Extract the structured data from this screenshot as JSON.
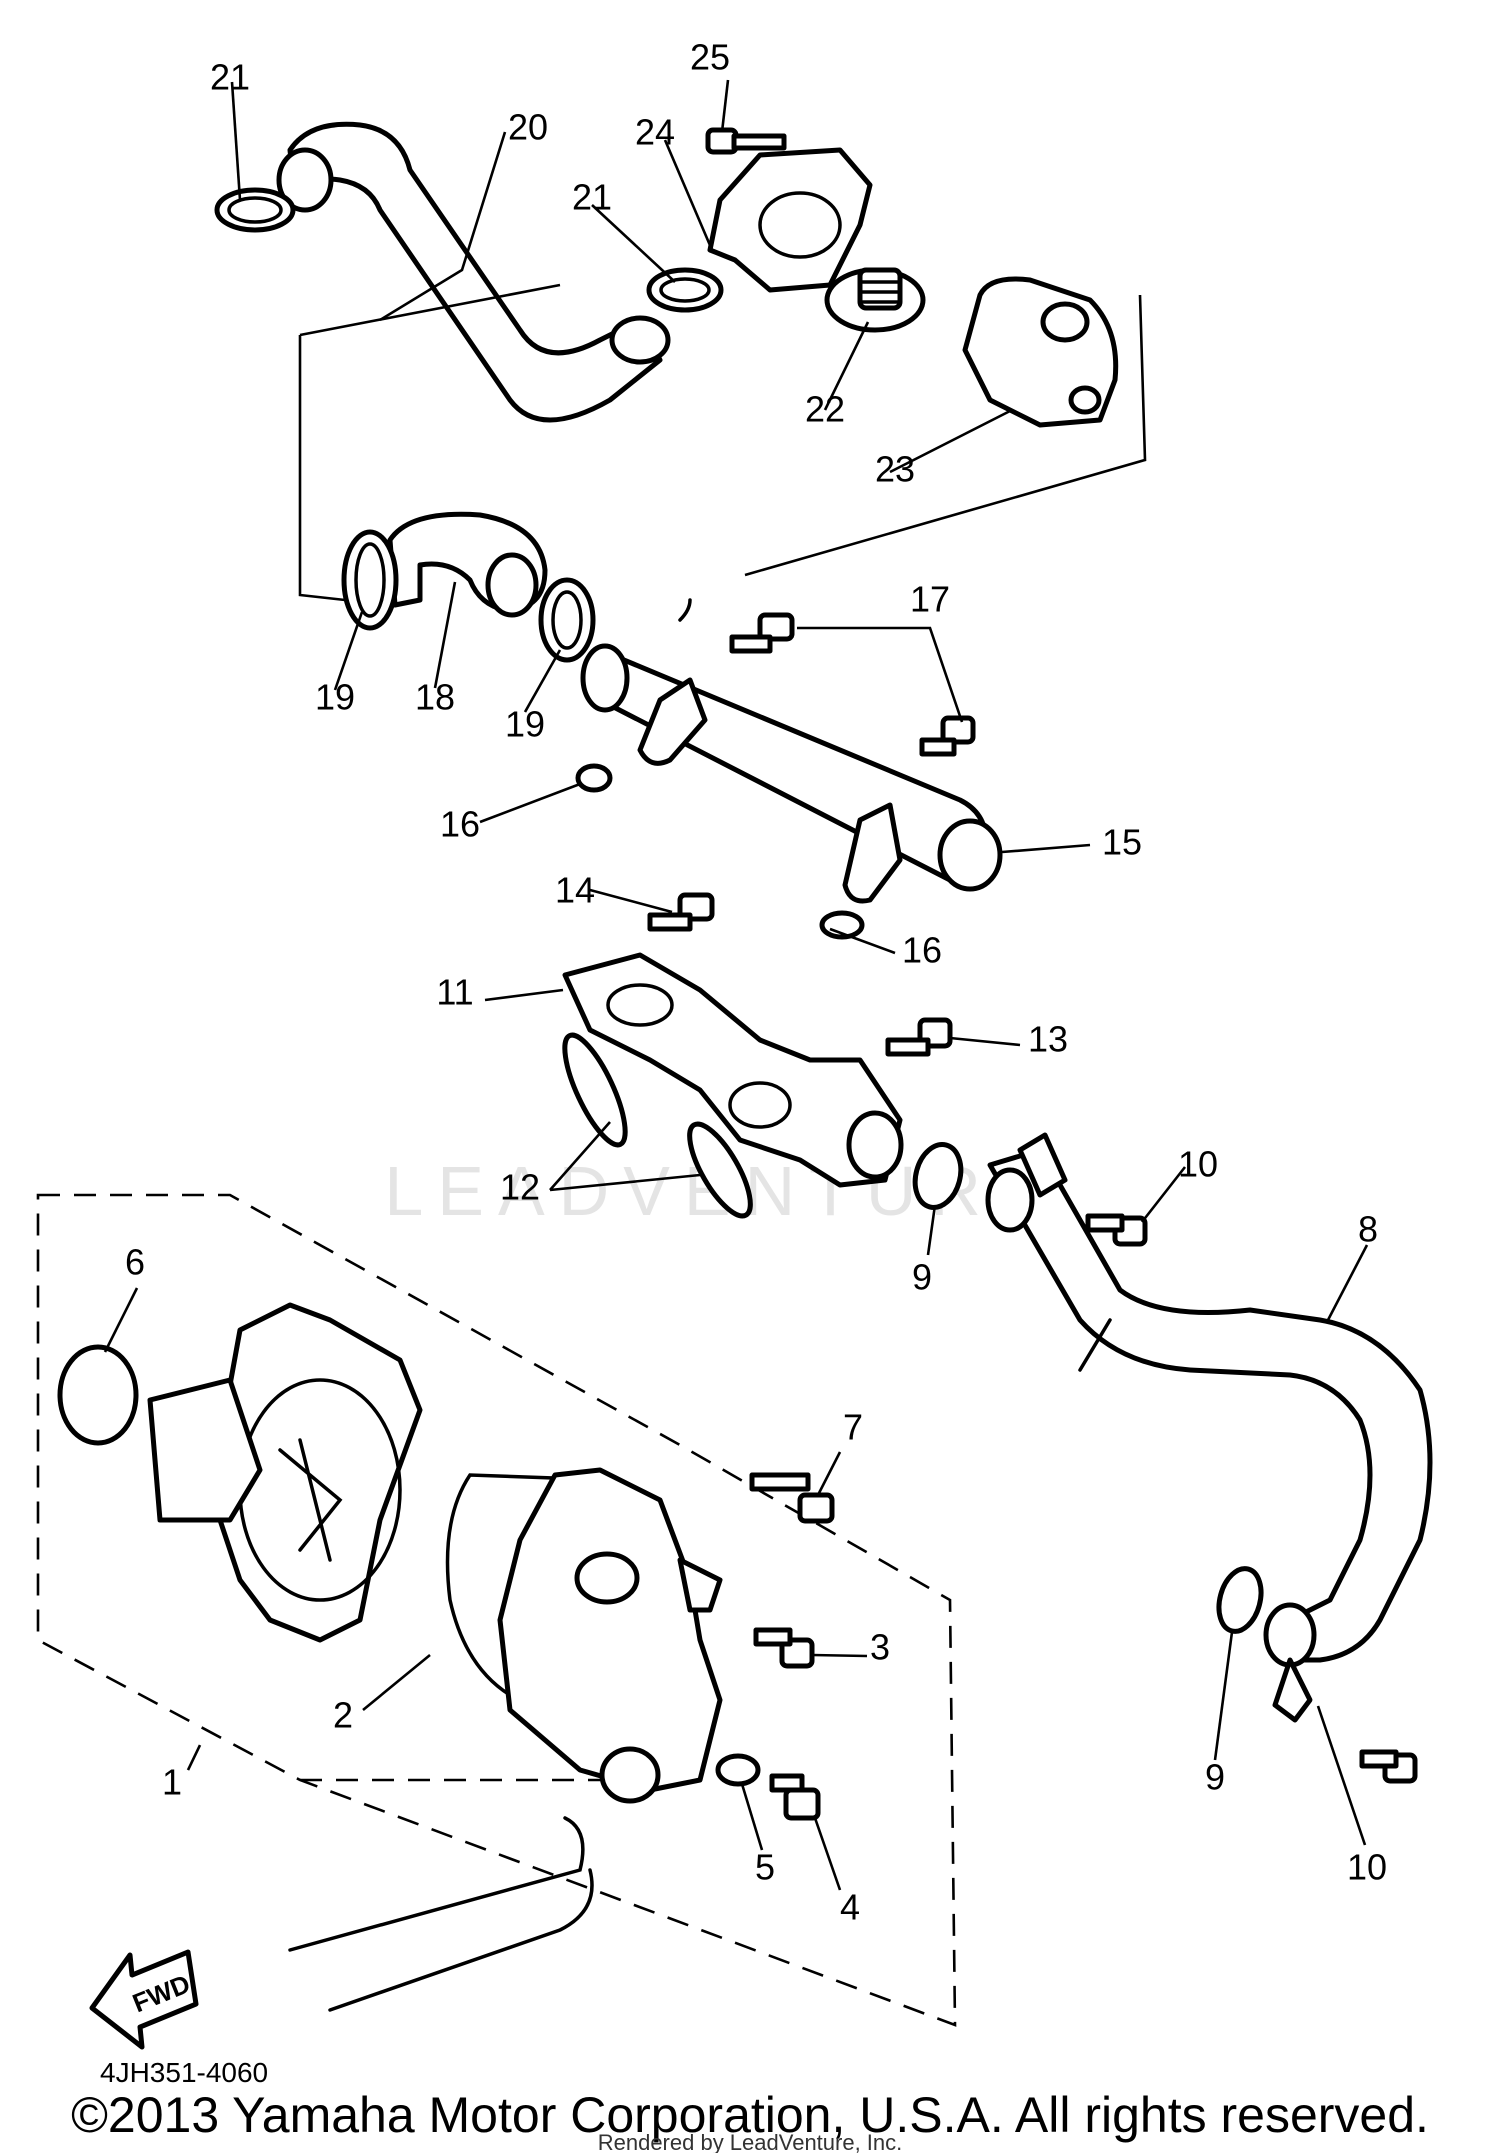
{
  "diagram": {
    "part_number": "4JH351-4060",
    "copyright": "©2013 Yamaha Motor Corporation, U.S.A. All rights reserved.",
    "rendered_by": "Rendered by LeadVenture, Inc.",
    "watermark": "LEADVENTURE",
    "fwd_label": "FWD",
    "callouts": [
      "1",
      "2",
      "3",
      "4",
      "5",
      "6",
      "7",
      "8",
      "9",
      "9",
      "10",
      "10",
      "11",
      "12",
      "13",
      "14",
      "15",
      "16",
      "16",
      "17",
      "18",
      "19",
      "19",
      "20",
      "21",
      "21",
      "22",
      "23",
      "24",
      "25"
    ]
  }
}
